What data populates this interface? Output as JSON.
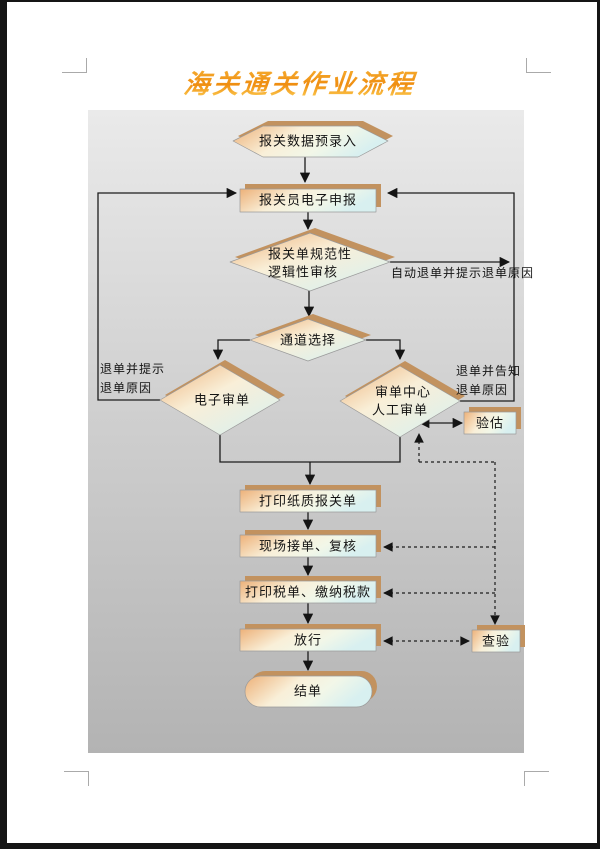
{
  "title": "海关通关作业流程",
  "colors": {
    "shape_face_orange": "#edb179",
    "shape_face_cyan": "#d8f0f0",
    "shape_extrusion_tan": "#c2925f",
    "canvas_gray_top": "#eaeaea",
    "canvas_gray_bottom": "#b3b3b3",
    "title_orange": "#ef8d10"
  },
  "nodes": {
    "pre_entry": {
      "label": "报关数据预录入"
    },
    "e_declare": {
      "label": "报关员电子申报"
    },
    "review": {
      "line1": "报关单规范性",
      "line2": "逻辑性审核"
    },
    "channel": {
      "label": "通道选择"
    },
    "e_audit": {
      "label": "电子审单"
    },
    "manual_audit": {
      "line1": "审单中心",
      "line2": "人工审单"
    },
    "valuation": {
      "label": "验估"
    },
    "print_declaration": {
      "label": "打印纸质报关单"
    },
    "onsite_review": {
      "label": "现场接单、复核"
    },
    "pay_tax": {
      "label": "打印税单、缴纳税款"
    },
    "release": {
      "label": "放行"
    },
    "closing": {
      "label": "结单"
    },
    "inspection": {
      "label": "查验"
    }
  },
  "edge_labels": {
    "auto_return": "自动退单并提示退单原因",
    "left_return_line1": "退单并提示",
    "left_return_line2": "退单原因",
    "right_return_line1": "退单并告知",
    "right_return_line2": "退单原因"
  }
}
